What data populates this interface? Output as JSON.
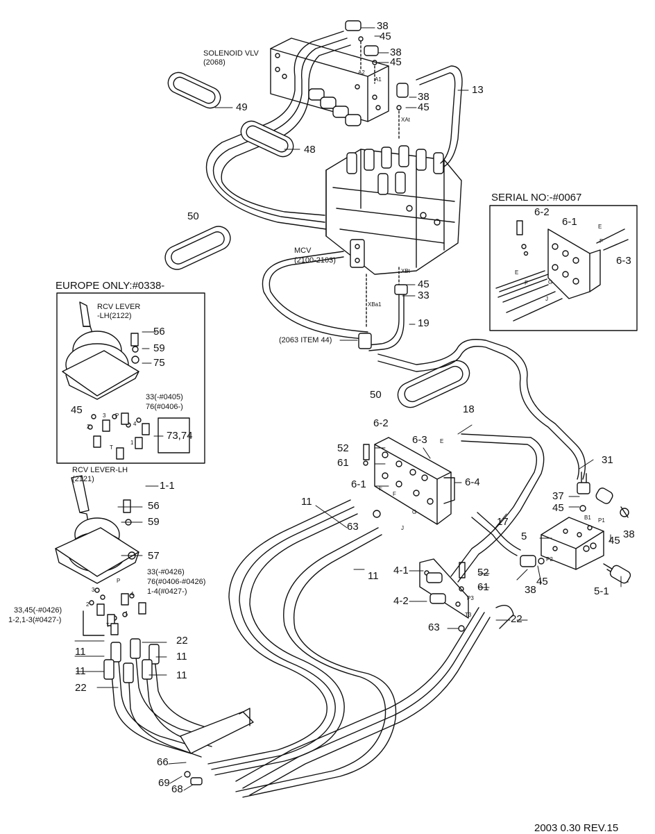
{
  "labels": {
    "solenoid_title": "SOLENOID VLV",
    "solenoid_code": "(2068)",
    "mcv_title": "MCV",
    "mcv_code": "(2100-2103)",
    "item_2063": "(2063 ITEM 44)",
    "serial_title": "SERIAL NO:-#0067",
    "europe_title": "EUROPE ONLY:#0338-",
    "rcv_lh_title": "RCV LEVER",
    "rcv_lh_code": "-LH(2122)",
    "rcv_main_title": "RCV LEVER-LH",
    "rcv_main_code": "(2121)",
    "footer": "2003 0.30  REV.15"
  },
  "parts": {
    "p38": "38",
    "p45": "45",
    "p13": "13",
    "p49": "49",
    "p48": "48",
    "p50": "50",
    "p19": "19",
    "p33": "33",
    "p18": "18",
    "p31": "31",
    "p37": "37",
    "p17": "17",
    "p5": "5",
    "p5_1": "5-1",
    "p52": "52",
    "p61": "61",
    "p63": "63",
    "p6_1": "6-1",
    "p6_2": "6-2",
    "p6_3": "6-3",
    "p6_4": "6-4",
    "p11": "11",
    "p22": "22",
    "p4_1": "4-1",
    "p4_2": "4-2",
    "p56": "56",
    "p59": "59",
    "p75": "75",
    "p57": "57",
    "p1_1": "1-1",
    "p66": "66",
    "p69": "69",
    "p68": "68",
    "p33_0405": "33(-#0405)",
    "p76_0406": "76(#0406-)",
    "p73_74": "73,74",
    "p33_0426": "33(-#0426)",
    "p76_range": "76(#0406-#0426)",
    "p1_4": "1-4(#0427-)",
    "p33_45_0426": "33,45(-#0426)",
    "p1_2_1_3": "1-2,1-3(#0427-)"
  },
  "ports": {
    "A1": "A1",
    "A2": "A2",
    "XAt": "XAt",
    "XBt": "XBt",
    "XBa1": "XBa1",
    "E": "E",
    "F": "F",
    "G": "G",
    "J": "J",
    "P": "P",
    "T": "T",
    "P1": "P1",
    "P2": "P2",
    "B1": "B1",
    "P3": "P3",
    "T3": "T3",
    "n1": "1",
    "n2": "2",
    "n3": "3",
    "n4": "4"
  }
}
